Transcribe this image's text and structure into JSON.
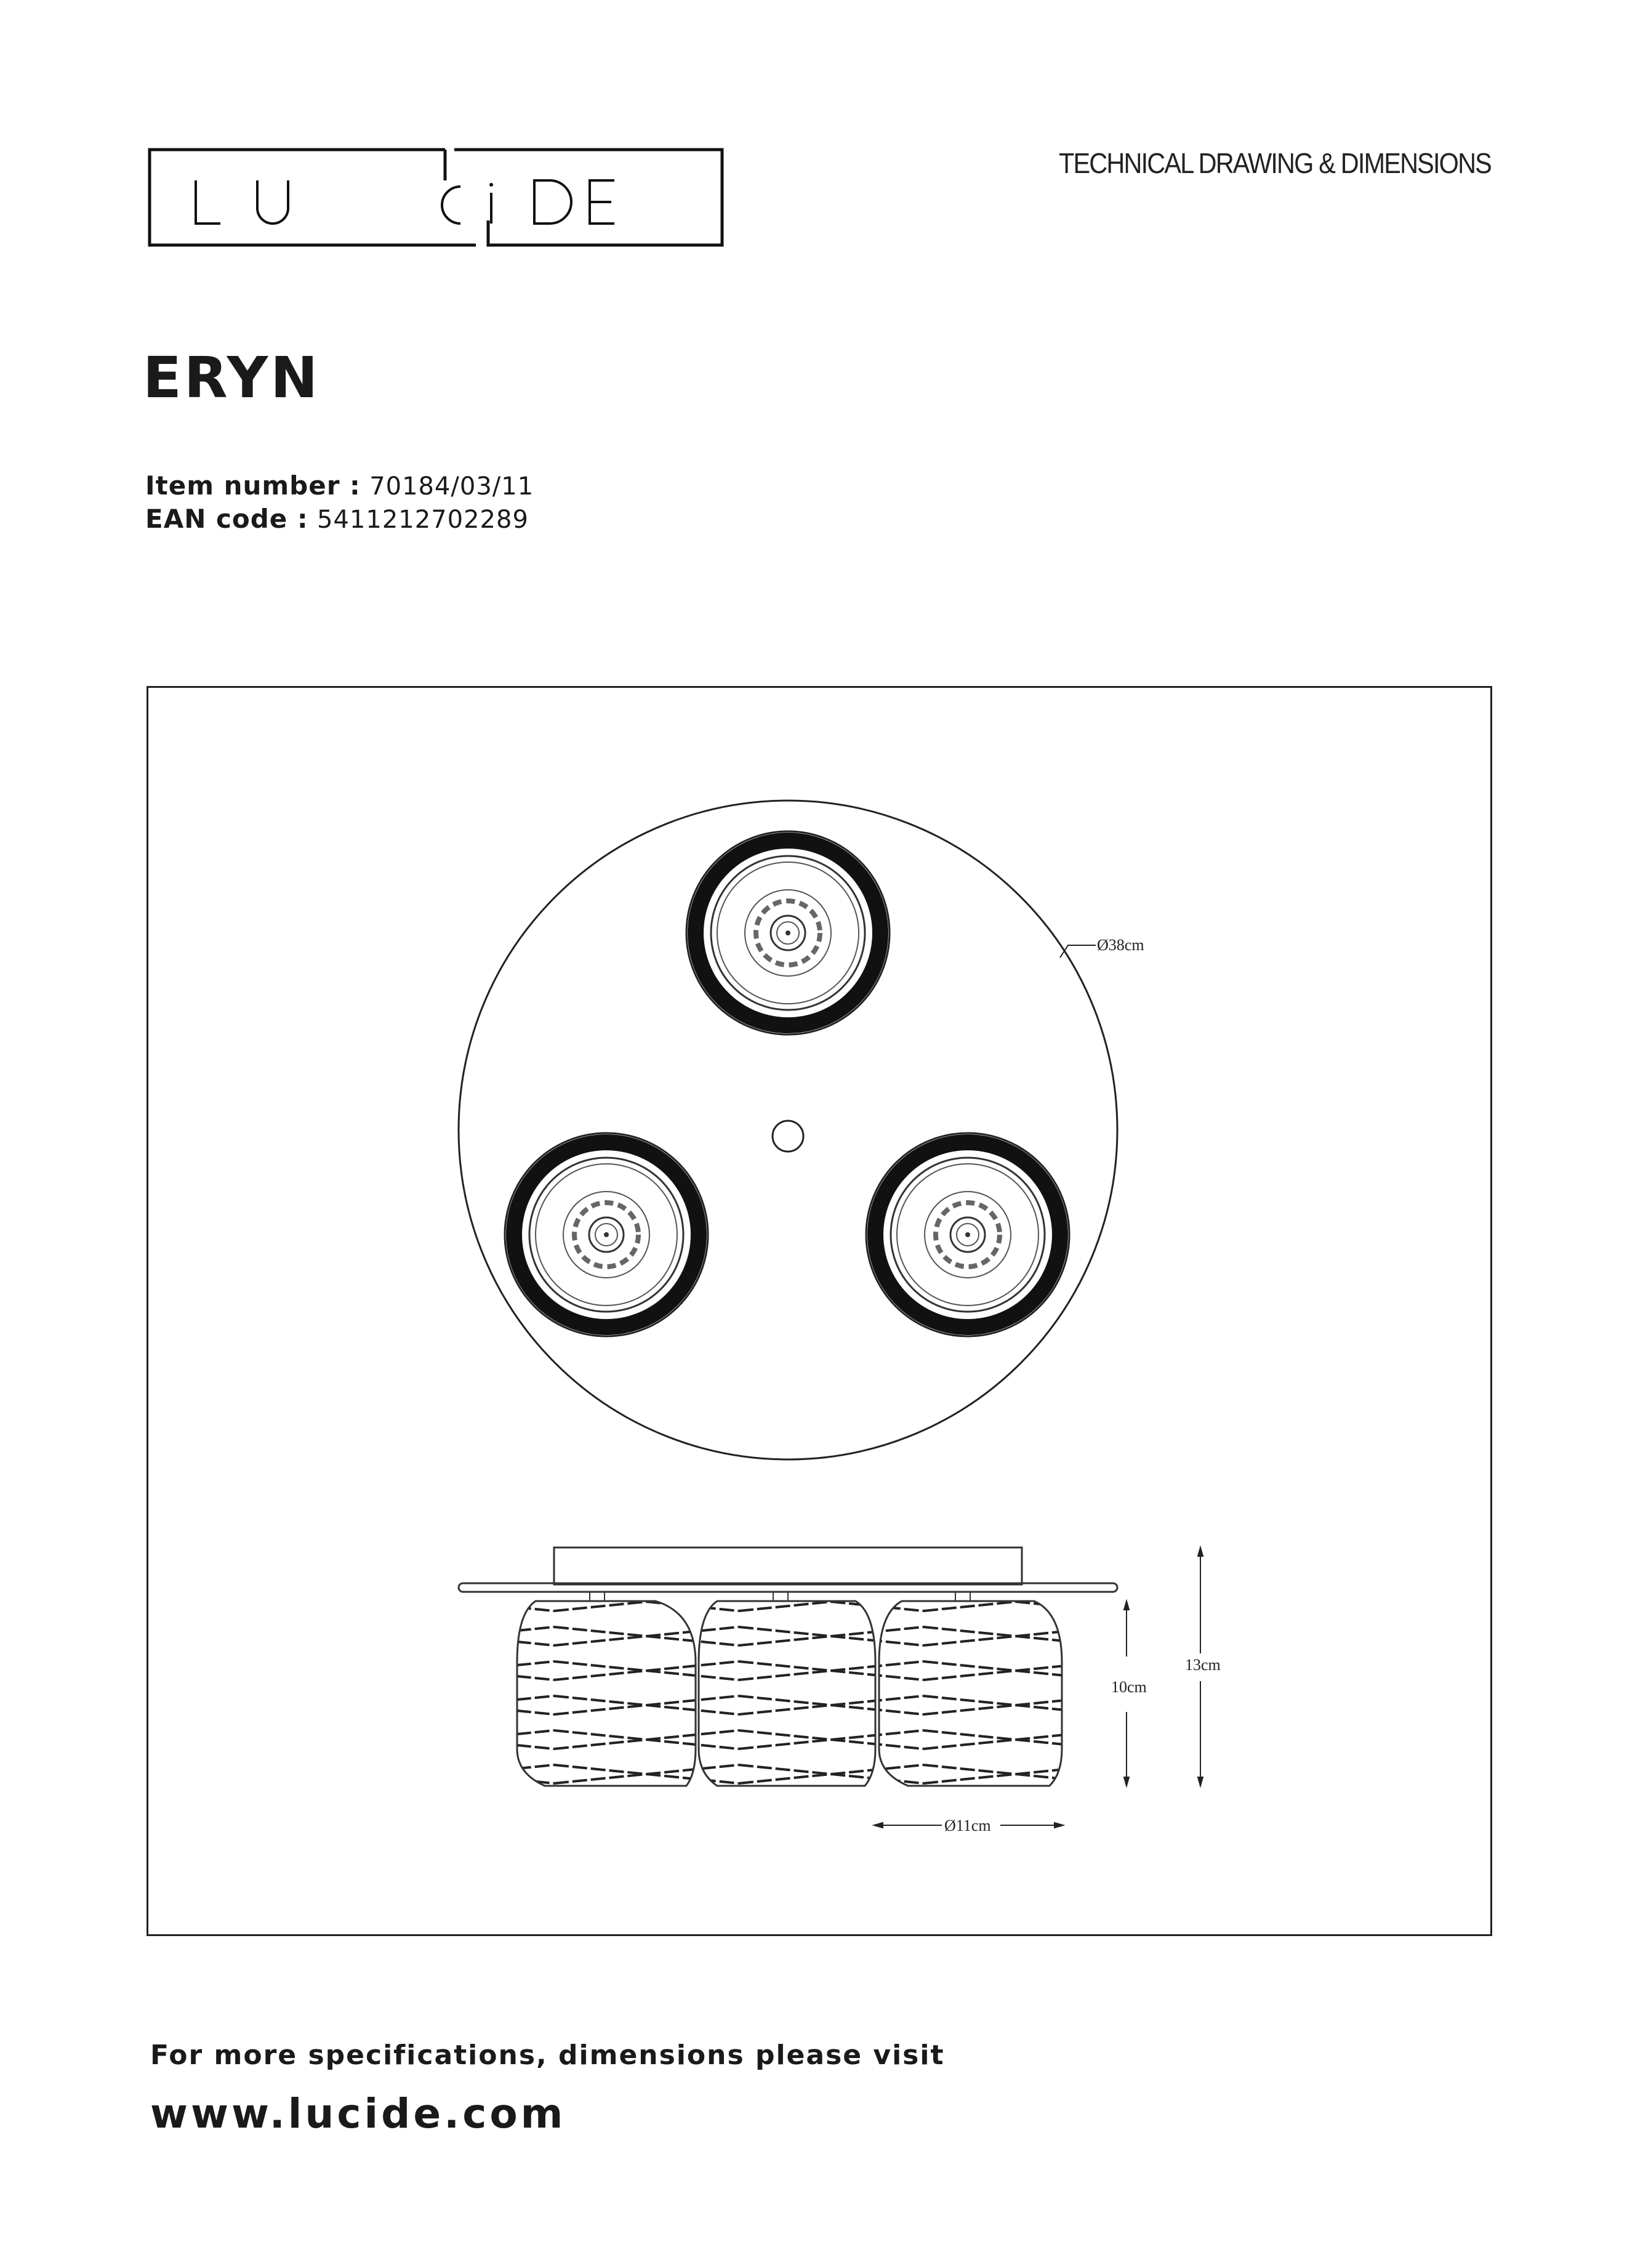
{
  "brand": {
    "logo_text": "LUCIDE"
  },
  "header": {
    "doc_type": "TECHNICAL DRAWING & DIMENSIONS"
  },
  "product": {
    "name": "ERYN",
    "item_number_label": "Item number :",
    "item_number": "70184/03/11",
    "ean_label": "EAN code :",
    "ean": "5411212702289"
  },
  "dimensions": {
    "diameter_total": "Ø38cm",
    "shade_height": "10cm",
    "total_height": "13cm",
    "shade_diameter": "Ø11cm"
  },
  "footer": {
    "line1": "For more specifications, dimensions please visit",
    "url": "www.lucide.com"
  }
}
